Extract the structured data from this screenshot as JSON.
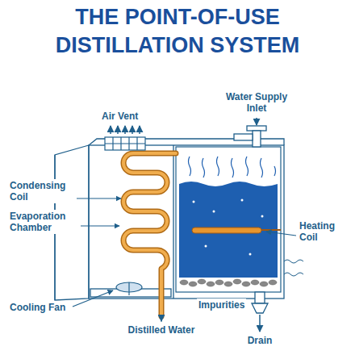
{
  "diagram": {
    "title": "THE POINT-OF-USE DISTILLATION SYSTEM",
    "labels": [
      "Air Vent",
      "Water Supply Inlet",
      "Condensing Coil",
      "Evaporation Chamber",
      "Heating Coil",
      "Cooling Fan",
      "Impurities",
      "Distilled Water",
      "Drain"
    ]
  }
}
